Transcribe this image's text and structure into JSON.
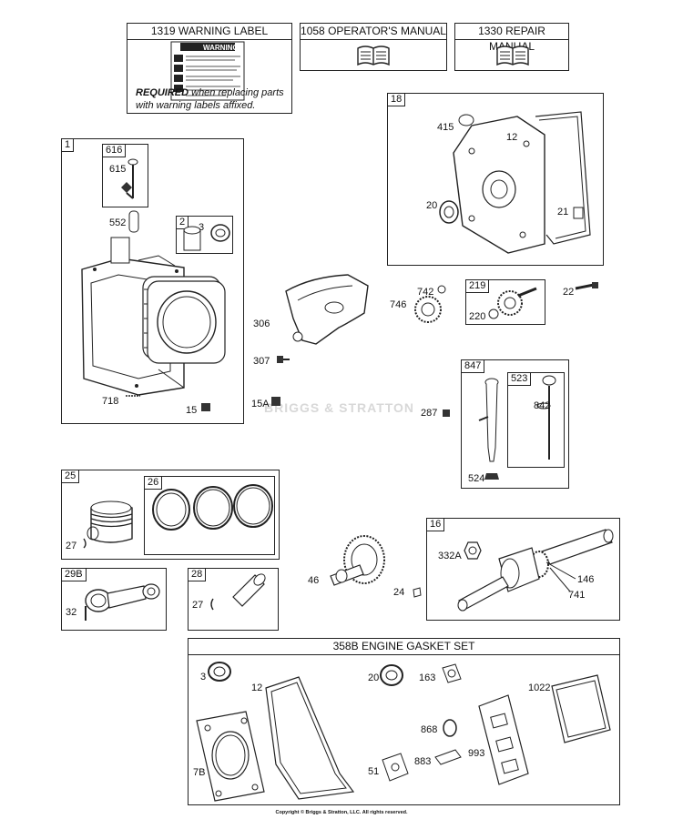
{
  "top_panels": {
    "warning": {
      "number": "1319",
      "title": "WARNING LABEL",
      "req_bold": "REQUIRED",
      "req_rest": " when replacing parts",
      "req_line2": "with warning labels affixed.",
      "sticker_head": "WARNING"
    },
    "operator": {
      "number": "1058",
      "title": "OPERATOR'S MANUAL"
    },
    "repair": {
      "number": "1330",
      "title": "REPAIR MANUAL"
    }
  },
  "gasket_set": {
    "number": "358B",
    "title": "ENGINE GASKET SET"
  },
  "boxes": {
    "b1": "1",
    "b616": "616",
    "b2": "2",
    "b18": "18",
    "b219": "219",
    "b847": "847",
    "b523": "523",
    "b25": "25",
    "b26": "26",
    "b16": "16",
    "b29b": "29B",
    "b28": "28"
  },
  "callouts": {
    "c615": "615",
    "c552": "552",
    "c3a": "3",
    "c718": "718",
    "c15": "15",
    "c306": "306",
    "c307": "307",
    "c15a": "15A",
    "c415": "415",
    "c12a": "12",
    "c20a": "20",
    "c21": "21",
    "c742": "742",
    "c746": "746",
    "c220": "220",
    "c22": "22",
    "c287": "287",
    "c842": "842",
    "c524": "524",
    "c27a": "27",
    "c332a": "332A",
    "c146": "146",
    "c741": "741",
    "c46": "46",
    "c24": "24",
    "c32": "32",
    "c27b": "27",
    "c3b": "3",
    "c12b": "12",
    "c20b": "20",
    "c163": "163",
    "c1022": "1022",
    "c868": "868",
    "c883": "883",
    "c993": "993",
    "c7b": "7B",
    "c51": "51"
  },
  "watermark": "BRIGGS & STRATTON",
  "copyright": "Copyright © Briggs & Stratton, LLC. All rights reserved."
}
